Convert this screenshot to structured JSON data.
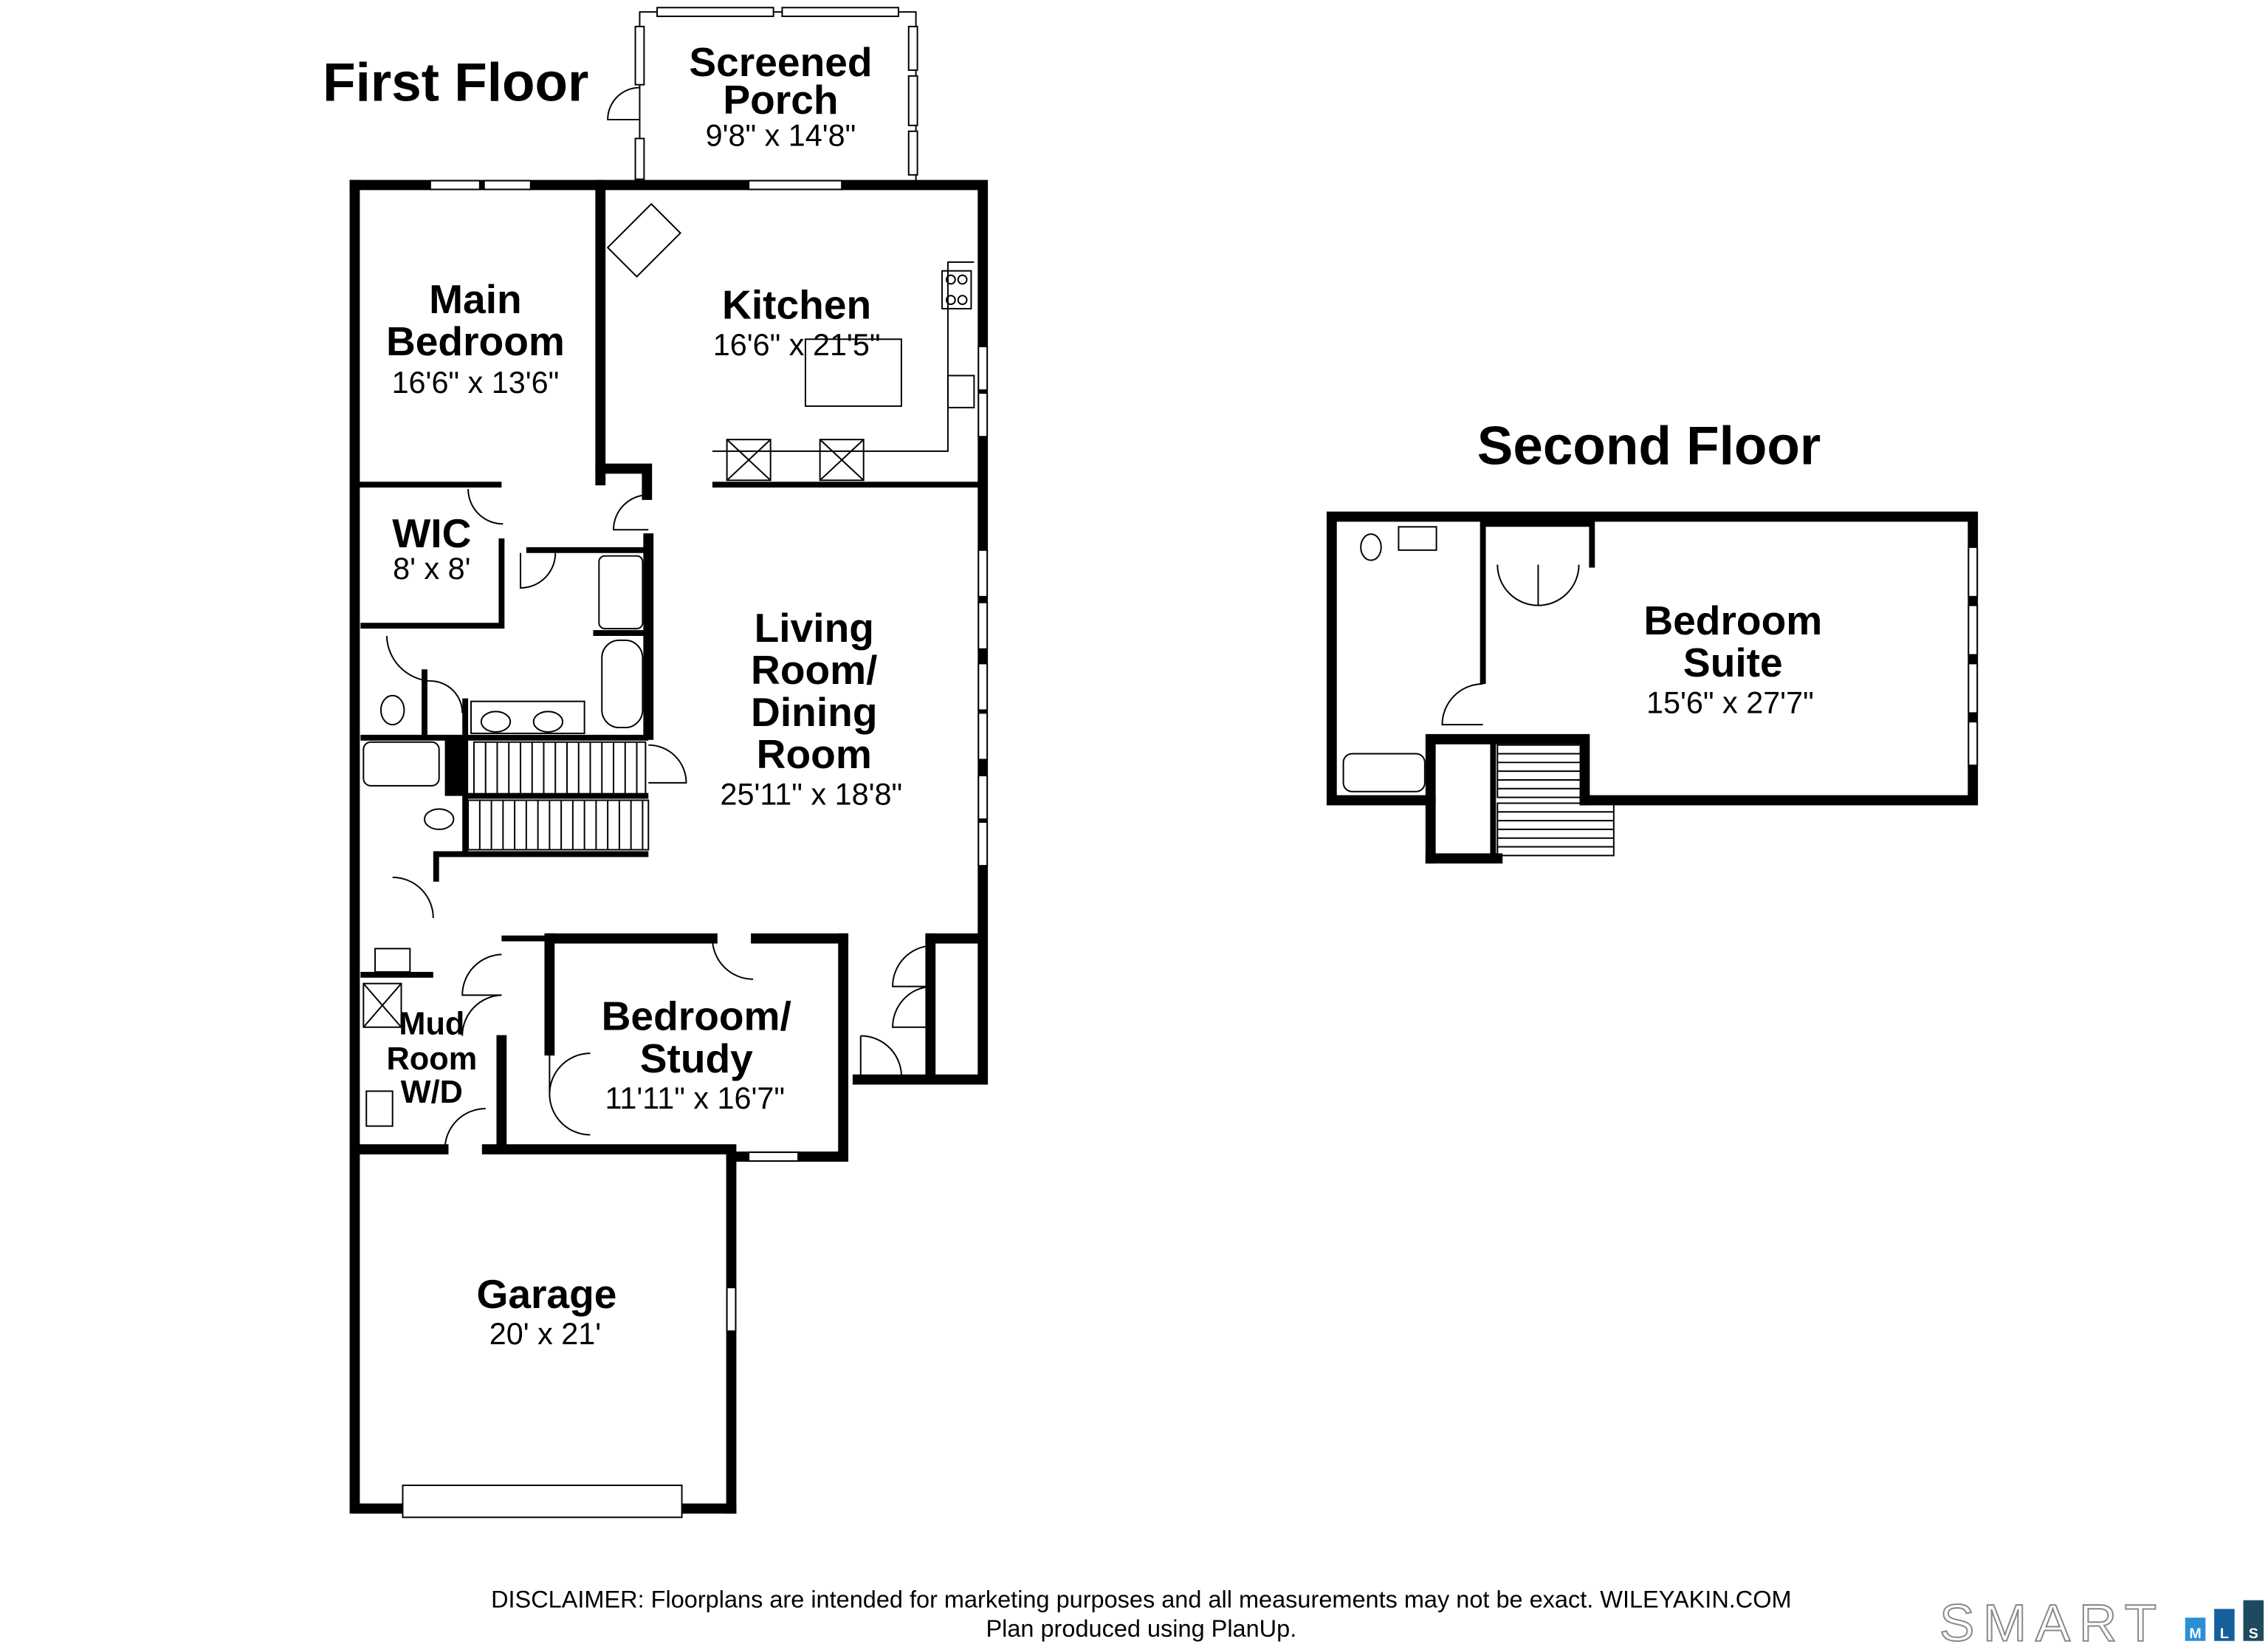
{
  "first_floor": {
    "title": "First Floor",
    "rooms": {
      "screened_porch": {
        "name_1": "Screened",
        "name_2": "Porch",
        "dims": "9'8\" x 14'8\""
      },
      "main_bedroom": {
        "name_1": "Main",
        "name_2": "Bedroom",
        "dims": "16'6\" x 13'6\""
      },
      "kitchen": {
        "name_1": "Kitchen",
        "dims": "16'6\" x 21'5\""
      },
      "wic": {
        "name_1": "WIC",
        "dims": "8' x 8'"
      },
      "living_dining": {
        "name_1": "Living",
        "name_2": "Room/",
        "name_3": "Dining",
        "name_4": "Room",
        "dims": "25'11\" x 18'8\""
      },
      "bedroom_study": {
        "name_1": "Bedroom/",
        "name_2": "Study",
        "dims": "11'11\" x 16'7\""
      },
      "mud_room": {
        "name_1": "Mud",
        "name_2": "Room",
        "name_3": "W/D"
      },
      "garage": {
        "name_1": "Garage",
        "dims": "20' x 21'"
      }
    }
  },
  "second_floor": {
    "title": "Second Floor",
    "rooms": {
      "bedroom_suite": {
        "name_1": "Bedroom",
        "name_2": "Suite",
        "dims": "15'6\" x 27'7\""
      }
    }
  },
  "footer": {
    "disclaimer": "DISCLAIMER: Floorplans are intended for marketing purposes and all measurements may not be exact. WILEYAKIN.COM",
    "produced_by": "Plan produced using PlanUp."
  },
  "logo": {
    "text": "SMART",
    "badges": [
      "M",
      "L",
      "S"
    ],
    "colors": [
      "#2a8fd6",
      "#15609c",
      "#1d4a5e"
    ]
  }
}
